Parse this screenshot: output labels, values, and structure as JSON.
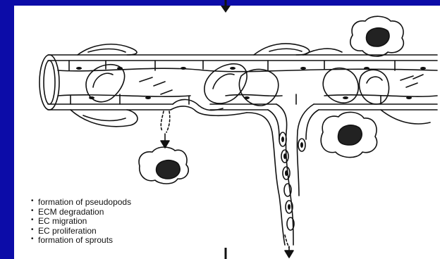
{
  "diagram": {
    "steps": [
      "formation of pseudopods",
      "ECM degradation",
      "EC migration",
      "EC proliferation",
      "formation of sprouts"
    ],
    "bullet_glyph": "•",
    "colors": {
      "slide_background": "#0c0ca8",
      "panel_background": "#ffffff",
      "ink": "#111111"
    }
  }
}
